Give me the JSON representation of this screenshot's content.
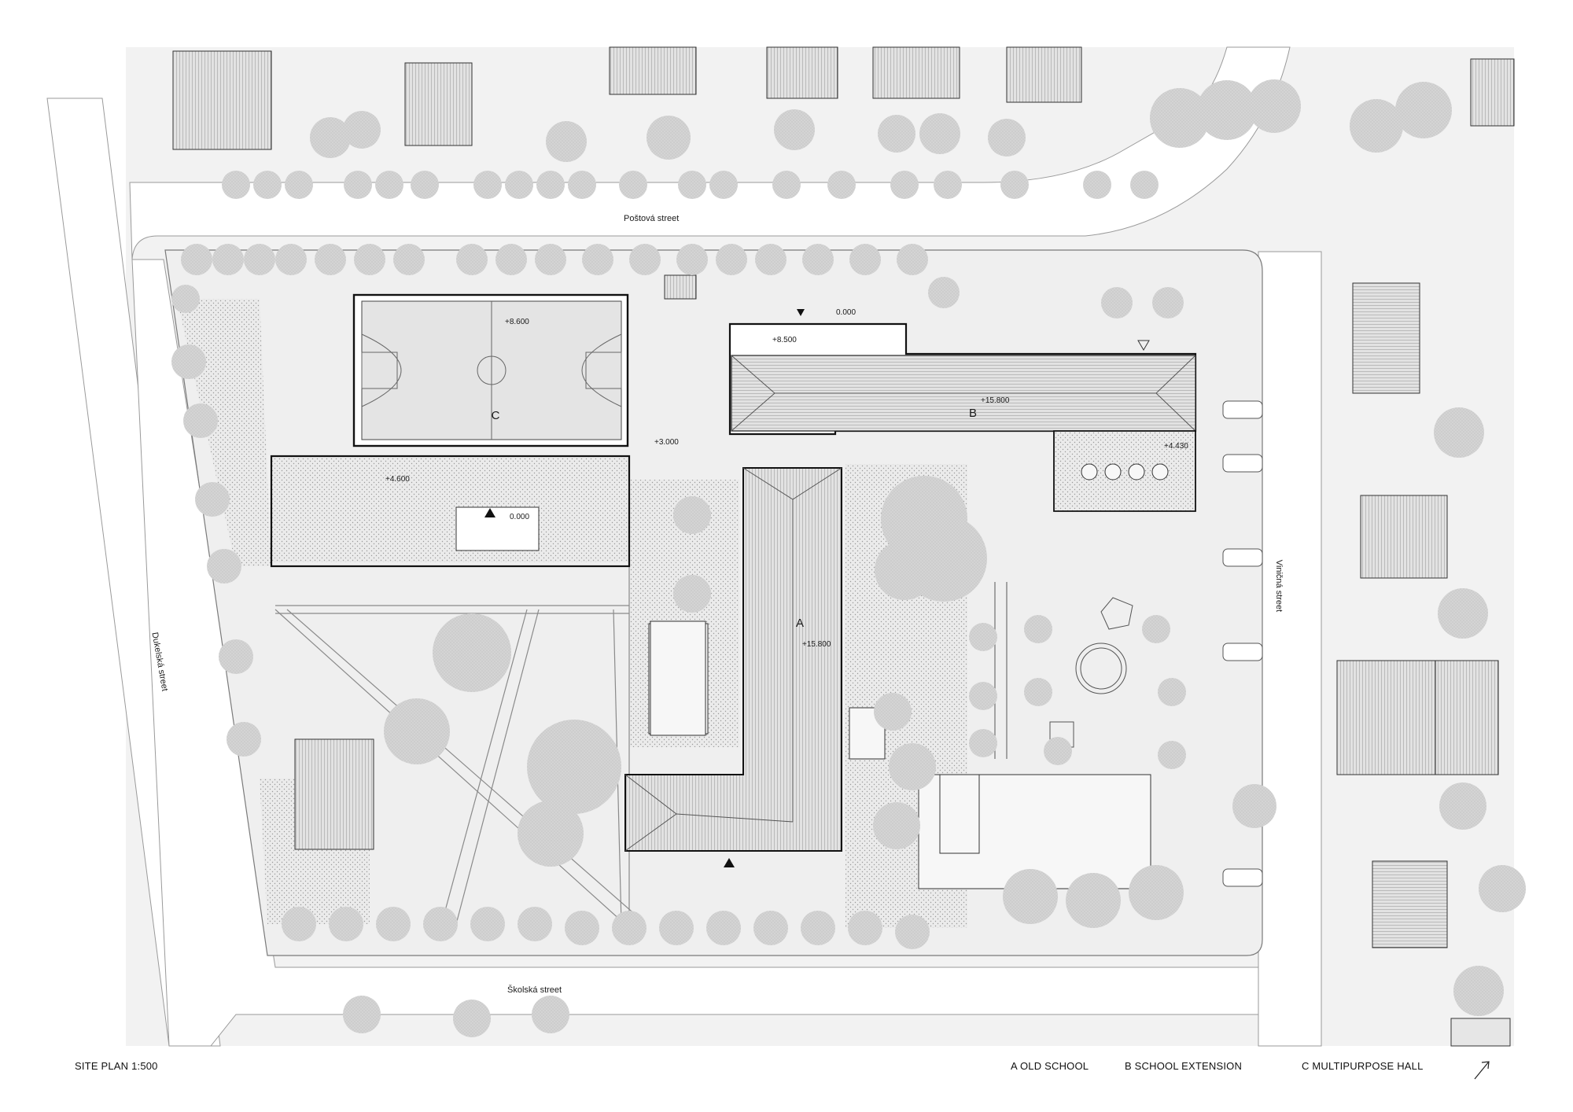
{
  "plan": {
    "title": "SITE PLAN 1:500"
  },
  "streets": {
    "postova": "Poštová street",
    "skolska": "Školská street",
    "dukelska": "Dukelská street",
    "vinicna": "Viničná street"
  },
  "buildings": {
    "a": "A",
    "b": "B",
    "c": "C"
  },
  "elevations": {
    "hall_roof": "+8.600",
    "hall_terrace": "+4.600",
    "zero_playground": "0.000",
    "passage": "+3.000",
    "zero_entrance": "0.000",
    "extension_low": "+8.500",
    "extension_ridge": "+15.800",
    "extension_terrace": "+4.430",
    "old_school_ridge": "+15.800"
  },
  "legend": {
    "a": "A  OLD SCHOOL",
    "b": "B  SCHOOL EXTENSION",
    "c": "C  MULTIPURPOSE HALL"
  },
  "icons": {
    "north_arrow": "north-arrow-icon",
    "entrance": "entrance-triangle-icon"
  },
  "colors": {
    "ground": "#f2f2f2",
    "street": "#ffffff",
    "tree": "#d3d3d3",
    "building_line": "#1a1a1a",
    "roof": "#cfcfcf"
  }
}
